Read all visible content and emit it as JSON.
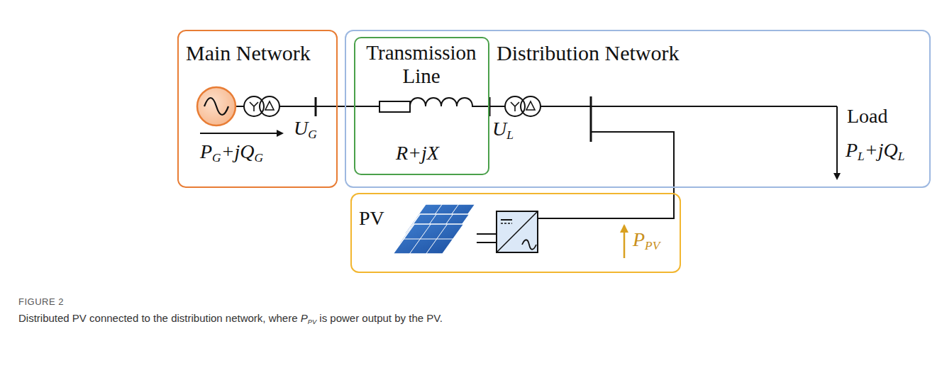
{
  "diagram": {
    "caption": "Distributed PV connected to the distribution network, where PPV is power output by the PV.",
    "nodes": [
      {
        "text": [
          "Main Network",
          "UG",
          "PG+jQG"
        ]
      },
      {
        "text": [
          "Distribution Network",
          "UL",
          "Load",
          "PL+jQL"
        ]
      },
      {
        "text": [
          "Transmission Line",
          "R+jX"
        ],
        "in": 1
      },
      {
        "text": [
          "PV",
          "PPV"
        ]
      }
    ],
    "labels": [
      "FIGURE 2"
    ]
  }
}
